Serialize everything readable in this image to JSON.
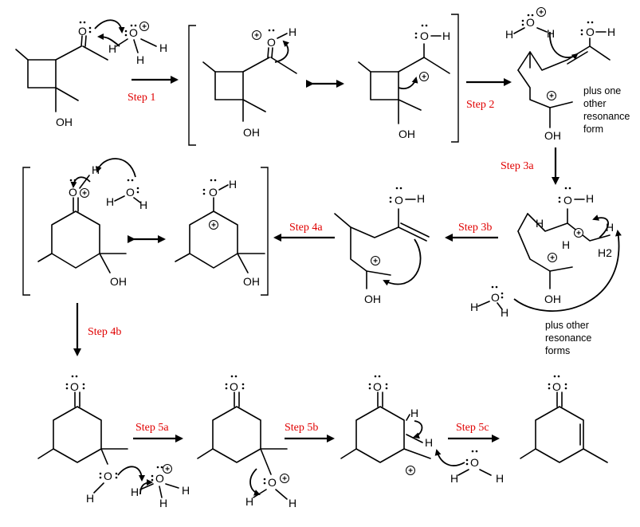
{
  "steps": {
    "s1": "Step 1",
    "s2": "Step 2",
    "s3a": "Step 3a",
    "s3b": "Step 3b",
    "s4a": "Step 4a",
    "s4b": "Step 4b",
    "s5a": "Step 5a",
    "s5b": "Step 5b",
    "s5c": "Step 5c"
  },
  "notes": {
    "n1": [
      "plus one",
      "other",
      "resonance",
      "form"
    ],
    "n2": [
      "plus other",
      "resonance",
      "forms"
    ]
  },
  "atoms": {
    "O": "O",
    "H": "H",
    "OH": "OH",
    "H2": "H2",
    "plus": "+"
  }
}
